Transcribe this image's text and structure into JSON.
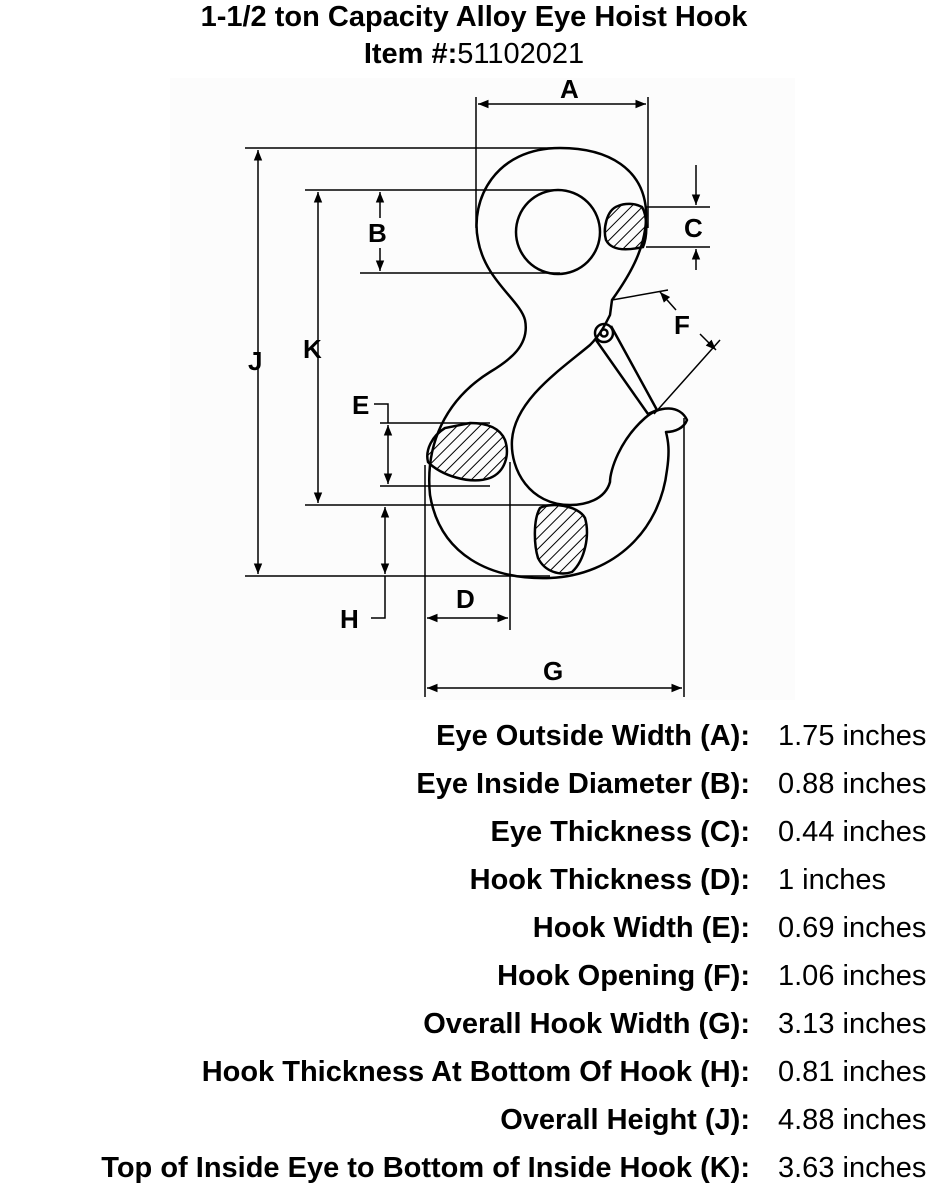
{
  "header": {
    "title": "1-1/2 ton Capacity Alloy Eye Hoist Hook",
    "item_label": "Item #:",
    "item_number": "51102021"
  },
  "diagram": {
    "labels": {
      "a": "A",
      "b": "B",
      "c": "C",
      "d": "D",
      "e": "E",
      "f": "F",
      "g": "G",
      "h": "H",
      "j": "J",
      "k": "K"
    }
  },
  "specs": [
    {
      "label": "Eye Outside Width (A):",
      "value": "1.75 inches"
    },
    {
      "label": "Eye Inside Diameter (B):",
      "value": "0.88 inches"
    },
    {
      "label": "Eye Thickness (C):",
      "value": "0.44 inches"
    },
    {
      "label": "Hook Thickness (D):",
      "value": "1 inches"
    },
    {
      "label": "Hook Width (E):",
      "value": "0.69 inches"
    },
    {
      "label": "Hook Opening (F):",
      "value": "1.06 inches"
    },
    {
      "label": "Overall Hook Width (G):",
      "value": "3.13 inches"
    },
    {
      "label": "Hook Thickness At Bottom Of Hook (H):",
      "value": "0.81 inches"
    },
    {
      "label": "Overall Height (J):",
      "value": "4.88 inches"
    },
    {
      "label": "Top of Inside Eye to Bottom of Inside Hook (K):",
      "value": "3.63 inches"
    }
  ]
}
